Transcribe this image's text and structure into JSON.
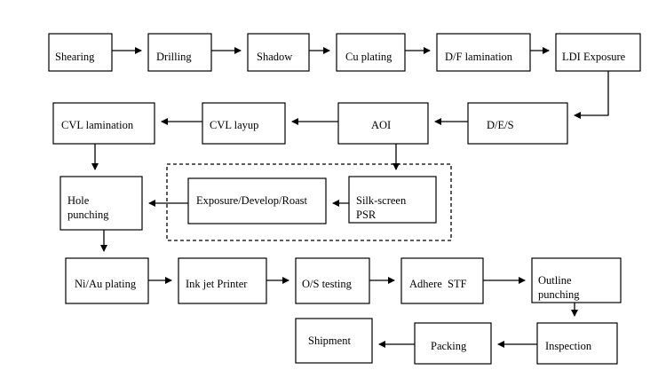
{
  "flowchart": {
    "steps": {
      "shearing": "Shearing",
      "drilling": "Drilling",
      "shadow": "Shadow",
      "cu_plating": "Cu plating",
      "df_lamination": "D/F lamination",
      "ldi_exposure": "LDI Exposure",
      "des": "D/E/S",
      "aoi": "AOI",
      "cvl_layup": "CVL layup",
      "cvl_lamination": "CVL lamination",
      "hole_punching": [
        "Hole",
        "punching"
      ],
      "silk_screen_psr": [
        "Silk-screen",
        "PSR"
      ],
      "exposure_develop_roast": "Exposure/Develop/Roast",
      "ni_au_plating": "Ni/Au plating",
      "ink_jet_printer": "Ink jet Printer",
      "os_testing": "O/S testing",
      "adhere_stf": "Adhere  STF",
      "outline_punching": [
        "Outline",
        "punching"
      ],
      "inspection": "Inspection",
      "packing": "Packing",
      "shipment": "Shipment"
    }
  }
}
